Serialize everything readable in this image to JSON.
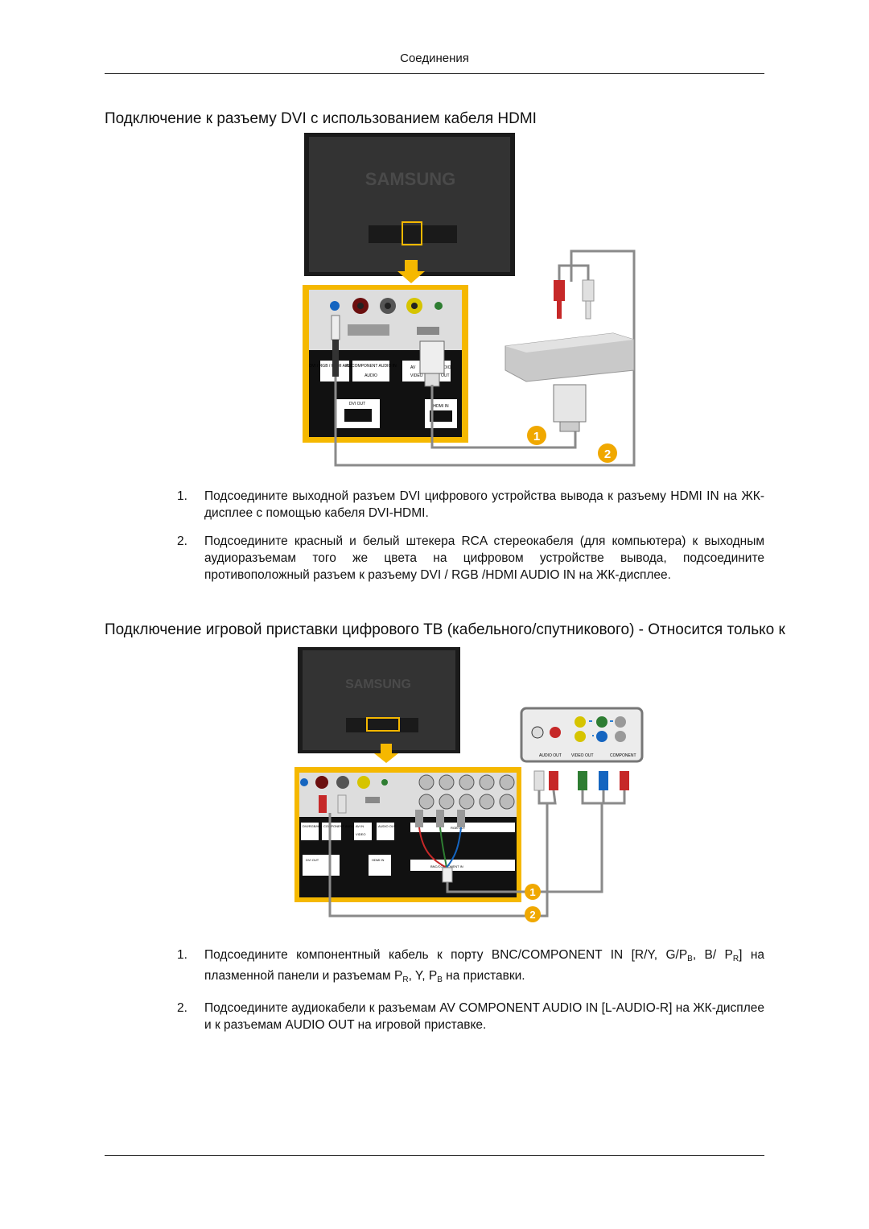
{
  "header": {
    "title": "Соединения"
  },
  "section1": {
    "heading": "Подключение к разъему DVI с использованием кабеля HDMI",
    "tv_logo": "SAMSUNG",
    "panel_labels": {
      "dvi_rgb_hdmi": "DVI / RGB / HDMI AUDIO IN",
      "av_component": "AV/COMPONENT AUDIO IN",
      "audio": "AUDIO",
      "av": "AV",
      "video": "VIDEO",
      "udio": "UDIO",
      "out": "OUT",
      "dvi_out": "DVI OUT",
      "hdmi_in": "HDMI IN"
    },
    "badges": [
      "1",
      "2"
    ],
    "steps": [
      {
        "num": "1.",
        "text": "Подсоедините выходной разъем DVI цифрового устройства вывода к разъему HDMI IN на ЖК-дисплее с помощью кабеля DVI-HDMI."
      },
      {
        "num": "2.",
        "text": "Подсоедините красный и белый штекера RCA стереокабеля (для компьютера) к выходным аудиоразъемам того же цвета на цифровом устройстве вывода, подсоедините противоположный разъем к разъему DVI / RGB /HDMI AUDIO IN на ЖК-дисплее."
      }
    ]
  },
  "section2": {
    "heading": "Подключение игровой приставки цифрового ТВ (кабельного/спутникового) - Относится только к",
    "tv_logo": "SAMSUNG",
    "box_labels": {
      "audio_out": "AUDIO OUT",
      "video_out": "VIDEO OUT",
      "component": "COMPONENT"
    },
    "panel_labels": {
      "dvi_rgb_hdmi": "DVI/RGB/HDMI AUDIO IN",
      "component_audio": "COMPONENT AUDIO IN",
      "av_in": "AV IN",
      "video": "VIDEO",
      "audio_out": "AUDIO OUT",
      "rgb_out": "RGB OUT",
      "dvi_out": "DVI OUT",
      "hdmi_in": "HDMI IN",
      "bnc_component_in": "BNC/COMPONENT IN"
    },
    "badges": [
      "1",
      "2"
    ],
    "steps": [
      {
        "num": "1.",
        "text_a": "Подсоедините компонентный кабель к порту BNC/COMPONENT IN [R/Y, G/P",
        "sub_a": "B",
        "text_b": ", B/ P",
        "sub_b": "R",
        "text_c": "] на плазменной панели и разъемам P",
        "sub_c": "R",
        "text_d": ", Y, P",
        "sub_d": "B",
        "text_e": " на приставки."
      },
      {
        "num": "2.",
        "text": "Подсоедините аудиокабели к разъемам AV COMPONENT AUDIO IN [L-AUDIO-R] на ЖК-дисплее и к разъемам AUDIO OUT на игровой приставке."
      }
    ]
  },
  "colors": {
    "accent_yellow": "#f5b800",
    "badge_orange": "#f0a800",
    "cable_gray": "#8a8a8a"
  }
}
